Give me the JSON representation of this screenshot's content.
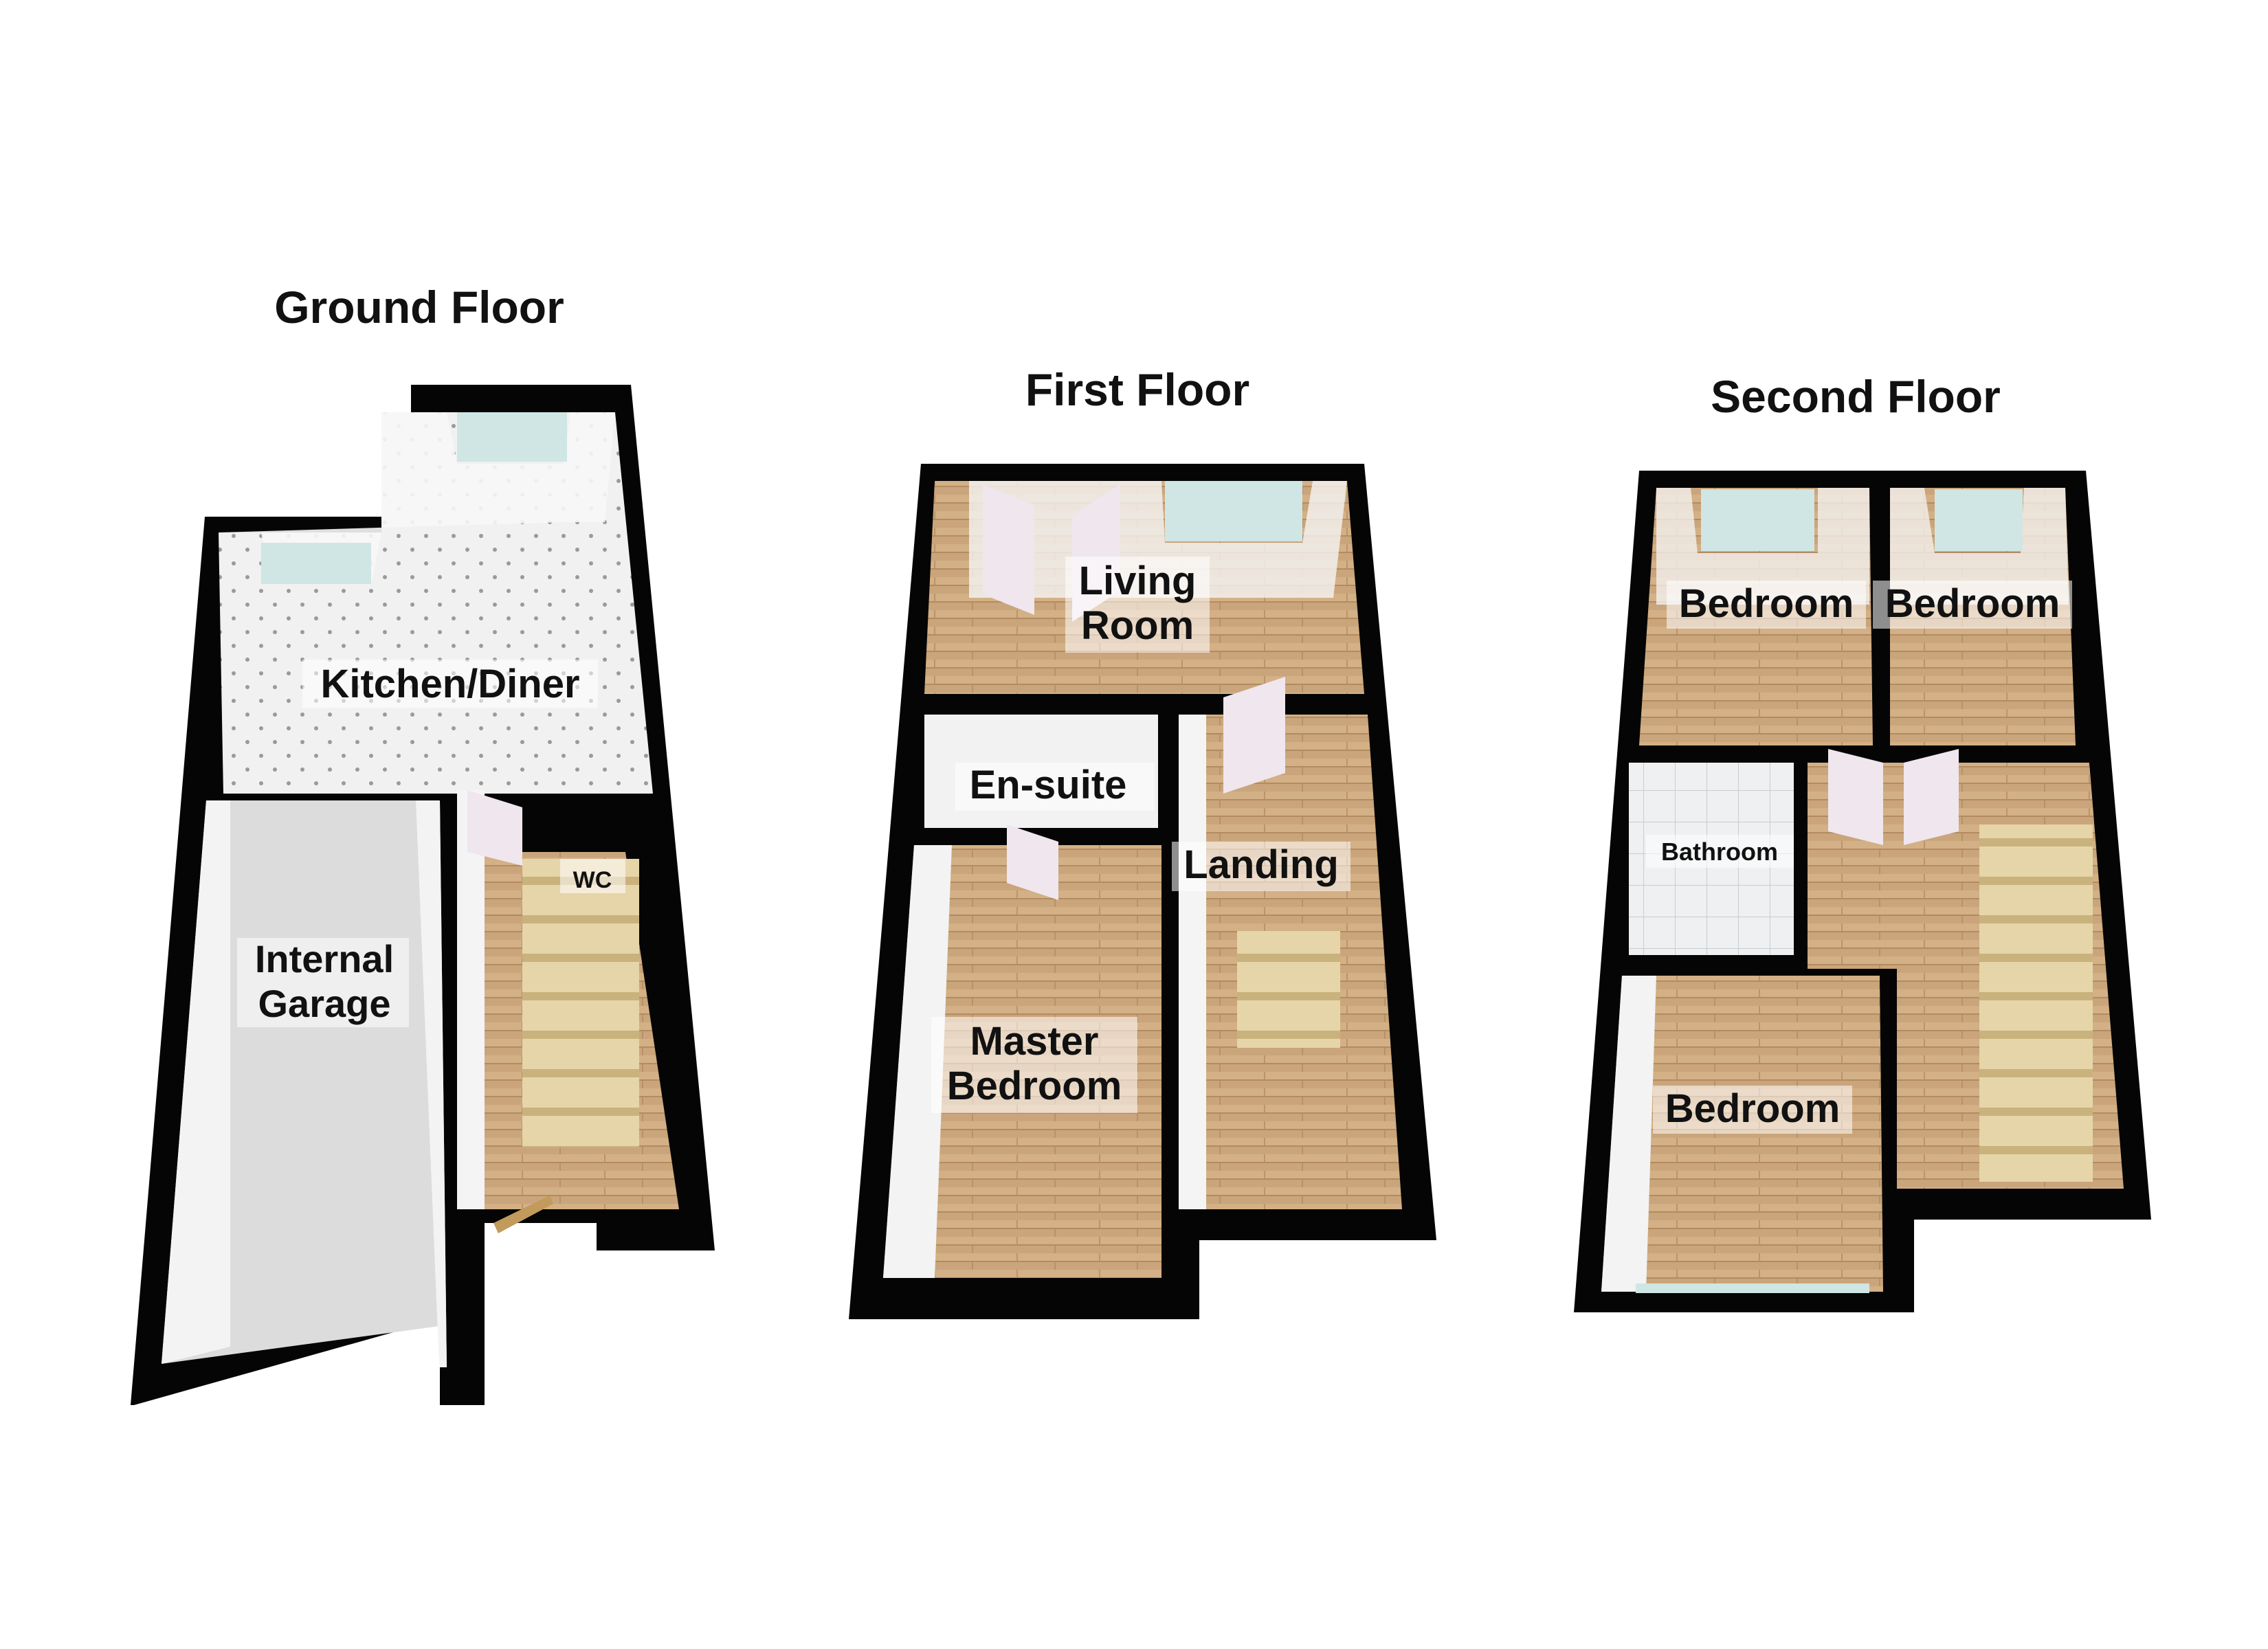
{
  "floors": [
    {
      "title": "Ground Floor",
      "rooms": [
        "Kitchen/Diner",
        "Internal",
        "Garage",
        "WC"
      ]
    },
    {
      "title": "First Floor",
      "rooms": [
        "Living",
        "Room",
        "En-suite",
        "Landing",
        "Master",
        "Bedroom"
      ]
    },
    {
      "title": "Second Floor",
      "rooms": [
        "Bedroom",
        "Bedroom",
        "Bathroom",
        "Bedroom"
      ]
    }
  ],
  "colors": {
    "wall": "#050505",
    "floorboard": "#c8a47a",
    "tile_light": "#eeeeee",
    "garage_floor": "#dedede",
    "window_glass": "#cfe6e4",
    "stair_tread": "#e8d7a8",
    "door": "#efe6ee"
  }
}
